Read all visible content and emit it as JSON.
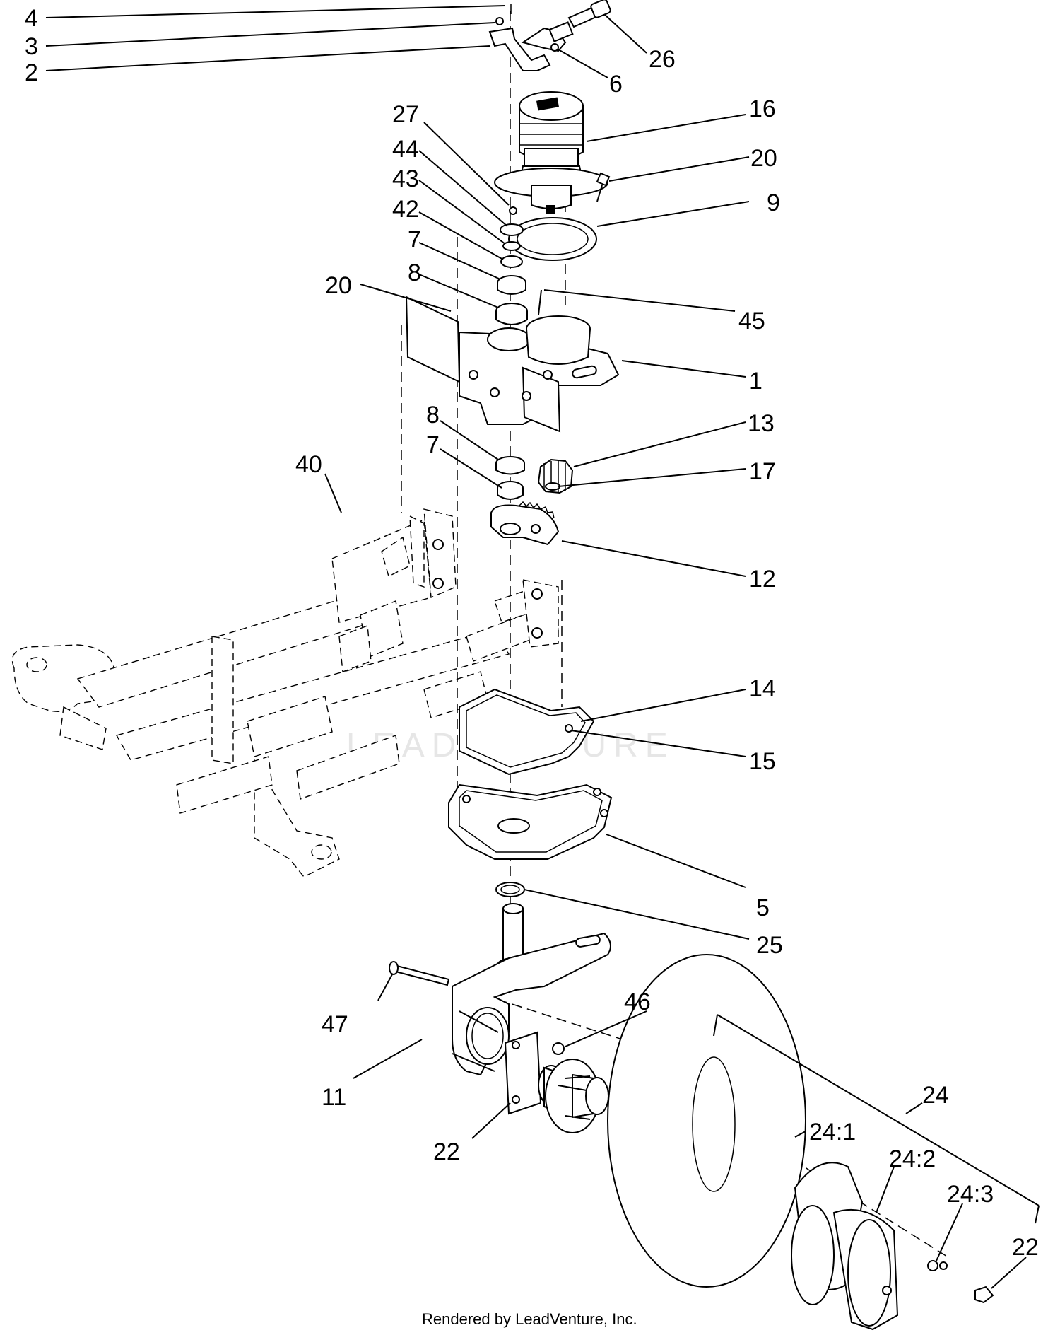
{
  "diagram": {
    "callouts": [
      "4",
      "3",
      "2",
      "26",
      "6",
      "16",
      "27",
      "44",
      "20",
      "43",
      "9",
      "42",
      "7",
      "8",
      "20",
      "45",
      "1",
      "8",
      "13",
      "7",
      "17",
      "40",
      "12",
      "14",
      "15",
      "5",
      "25",
      "47",
      "46",
      "11",
      "24",
      "22",
      "24:1",
      "24:2",
      "24:3",
      "22"
    ],
    "footer": "Rendered by LeadVenture, Inc.",
    "watermark": "LEADVENTURE"
  }
}
